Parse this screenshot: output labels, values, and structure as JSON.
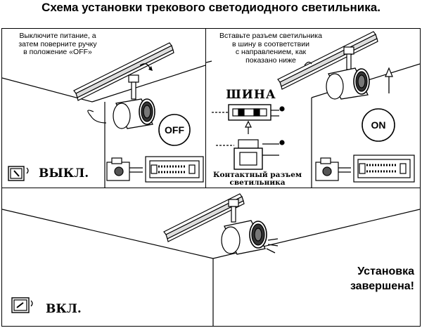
{
  "title": "Схема установки трекового светодиодного светильника.",
  "step1": {
    "instruction_line1": "Выключите питание, а",
    "instruction_line2": "затем поверните ручку",
    "instruction_line3": "в положение «OFF»",
    "switch_label": "ВЫКЛ.",
    "badge": "OFF"
  },
  "step2": {
    "instruction_line1": "Вставьте разъем светильника",
    "instruction_line2": "в шину в соответствии",
    "instruction_line3": "с направлением, как",
    "instruction_line4": "показано ниже",
    "rail_label": "ШИНА",
    "connector_line1": "Контактный разъем",
    "connector_line2": "светильника",
    "badge": "ON"
  },
  "step3": {
    "switch_label": "ВКЛ.",
    "done_line1": "Установка",
    "done_line2": "завершена!"
  }
}
